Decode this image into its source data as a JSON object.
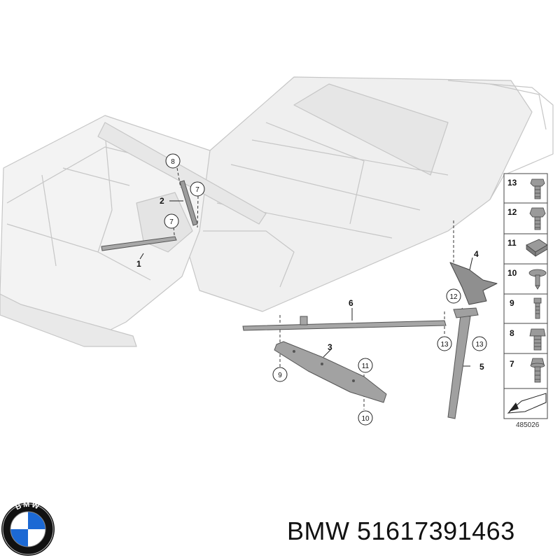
{
  "diagram": {
    "callouts": {
      "c1": "1",
      "c2": "2",
      "c3": "3",
      "c4": "4",
      "c5": "5",
      "c6": "6",
      "b8": "8",
      "b7a": "7",
      "b7b": "7",
      "b12": "12",
      "b13a": "13",
      "b13b": "13",
      "b9": "9",
      "b11": "11",
      "b10": "10"
    },
    "legend": [
      {
        "number": "13",
        "icon": "bolt-flange-icon"
      },
      {
        "number": "12",
        "icon": "hex-bolt-icon"
      },
      {
        "number": "11",
        "icon": "clip-nut-icon"
      },
      {
        "number": "10",
        "icon": "washer-screw-icon"
      },
      {
        "number": "9",
        "icon": "stud-bolt-icon"
      },
      {
        "number": "8",
        "icon": "collar-bolt-icon"
      },
      {
        "number": "7",
        "icon": "collar-screw-icon"
      }
    ],
    "diagram_code": "485026"
  },
  "brand": {
    "text": "BMW 51617391463",
    "logo_text": "BMW"
  },
  "colors": {
    "body_outline": "#c8c8c8",
    "body_fill": "#efefef",
    "part_fill": "#9a9a9a",
    "part_stroke": "#555555",
    "bmw_blue": "#1c69d4"
  }
}
